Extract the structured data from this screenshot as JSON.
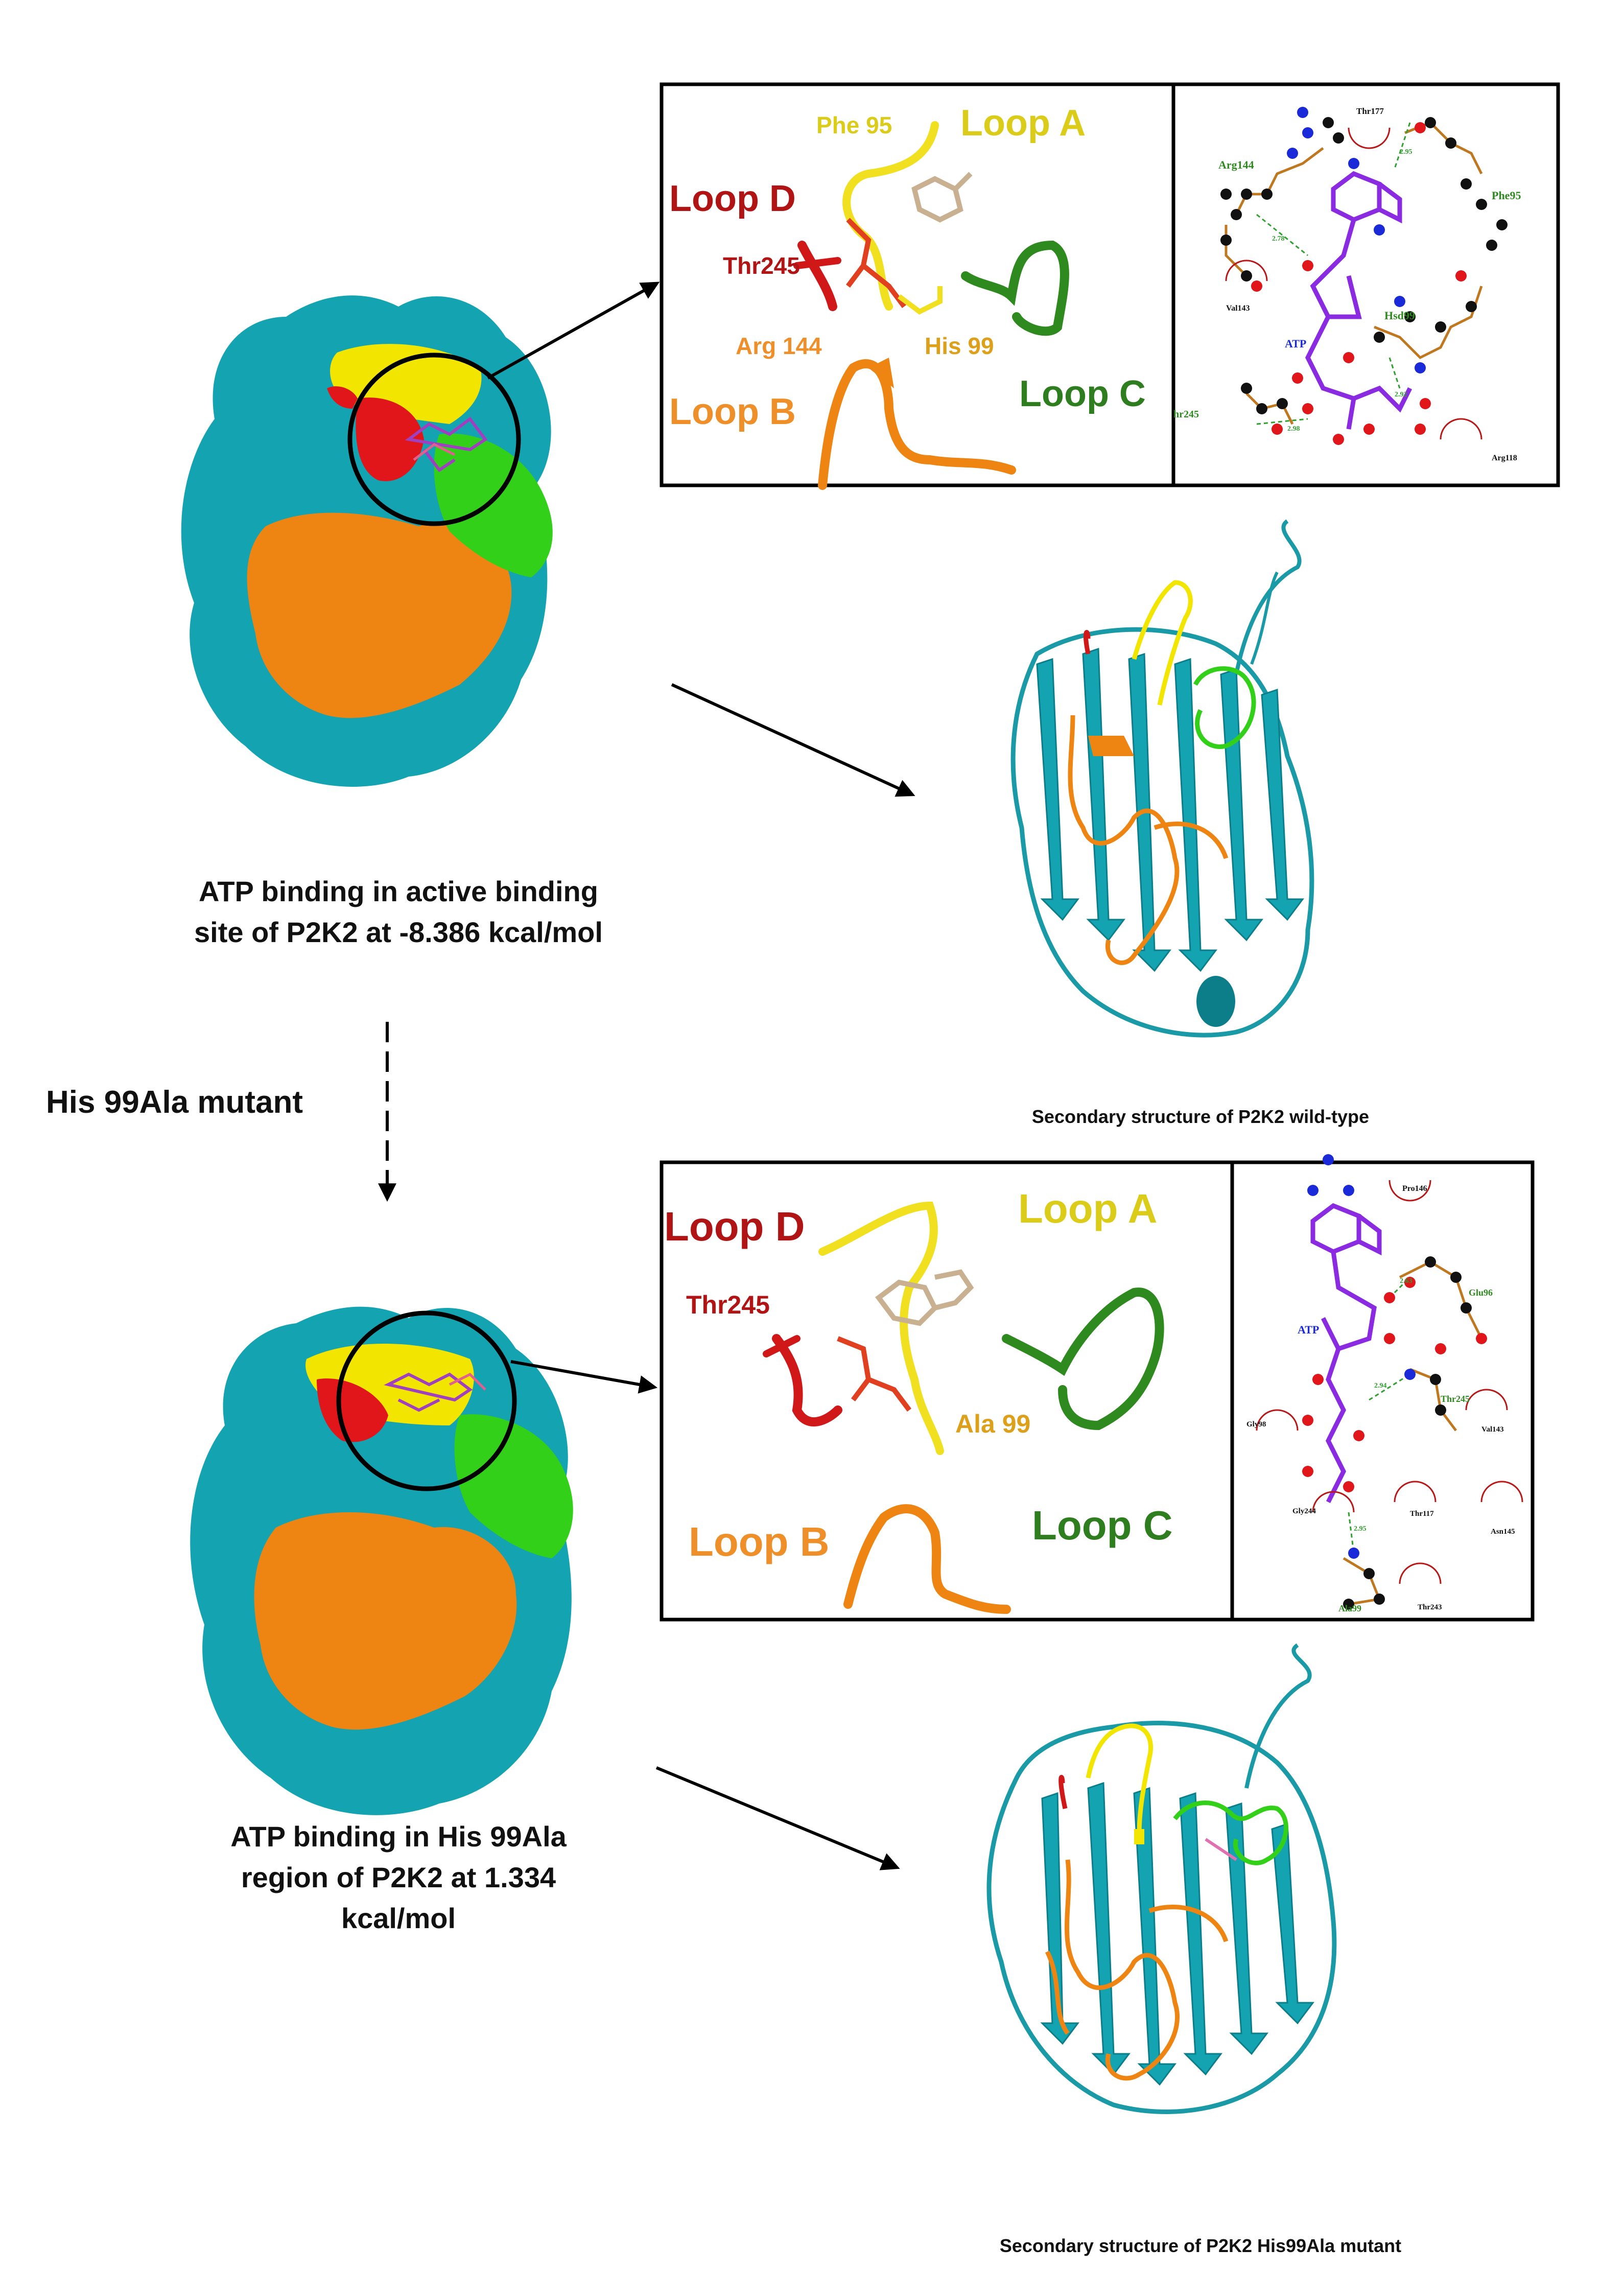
{
  "colors": {
    "teal": "#14a3b0",
    "teal_dark": "#0b7e8a",
    "yellow": "#f2e600",
    "red": "#e0161a",
    "green": "#33d01a",
    "orange": "#ee8412",
    "loop_a": "#dccc1a",
    "loop_b": "#ef8f2a",
    "loop_c": "#2e7d1e",
    "loop_d": "#b11414",
    "atp_purple": "#8a2be2"
  },
  "wildtype": {
    "surface_caption_line1": "ATP binding in active binding",
    "surface_caption_line2": "site of P2K2 at -8.386 kcal/mol",
    "zoom": {
      "loop_a": "Loop A",
      "loop_b": "Loop B",
      "loop_c": "Loop C",
      "loop_d": "Loop D",
      "phe95": "Phe 95",
      "thr245": "Thr245",
      "arg144": "Arg 144",
      "his99": "His 99"
    },
    "ligplot": {
      "thr177": "Thr177",
      "arg144": "Arg144",
      "phe95": "Phe95",
      "val143": "Val143",
      "hsd99": "Hsd99",
      "atp": "ATP",
      "thr245": "hr245",
      "arg118": "Arg118",
      "d1": "2.95",
      "d2": "2.78",
      "d3": "2.92",
      "d4": "2.98"
    },
    "secondary_caption": "Secondary structure of P2K2 wild-type"
  },
  "mutation_label": "His 99Ala mutant",
  "mutant": {
    "surface_caption_line1": "ATP binding in His 99Ala",
    "surface_caption_line2": "region of P2K2 at 1.334",
    "surface_caption_line3": "kcal/mol",
    "zoom": {
      "loop_a": "Loop A",
      "loop_b": "Loop B",
      "loop_c": "Loop C",
      "loop_d": "Loop D",
      "thr245": "Thr245",
      "ala99": "Ala 99"
    },
    "ligplot": {
      "pro146": "Pro146",
      "glu96": "Glu96",
      "atp": "ATP",
      "thr245": "Thr245",
      "gly98": "Gly98",
      "val143": "Val143",
      "gly244": "Gly244",
      "thr117": "Thr117",
      "asn145": "Asn145",
      "ala99": "Ala99",
      "thr243": "Thr243",
      "d1": "2.63",
      "d2": "2.94",
      "d3": "2.95"
    },
    "secondary_caption": "Secondary structure of P2K2 His99Ala mutant"
  }
}
